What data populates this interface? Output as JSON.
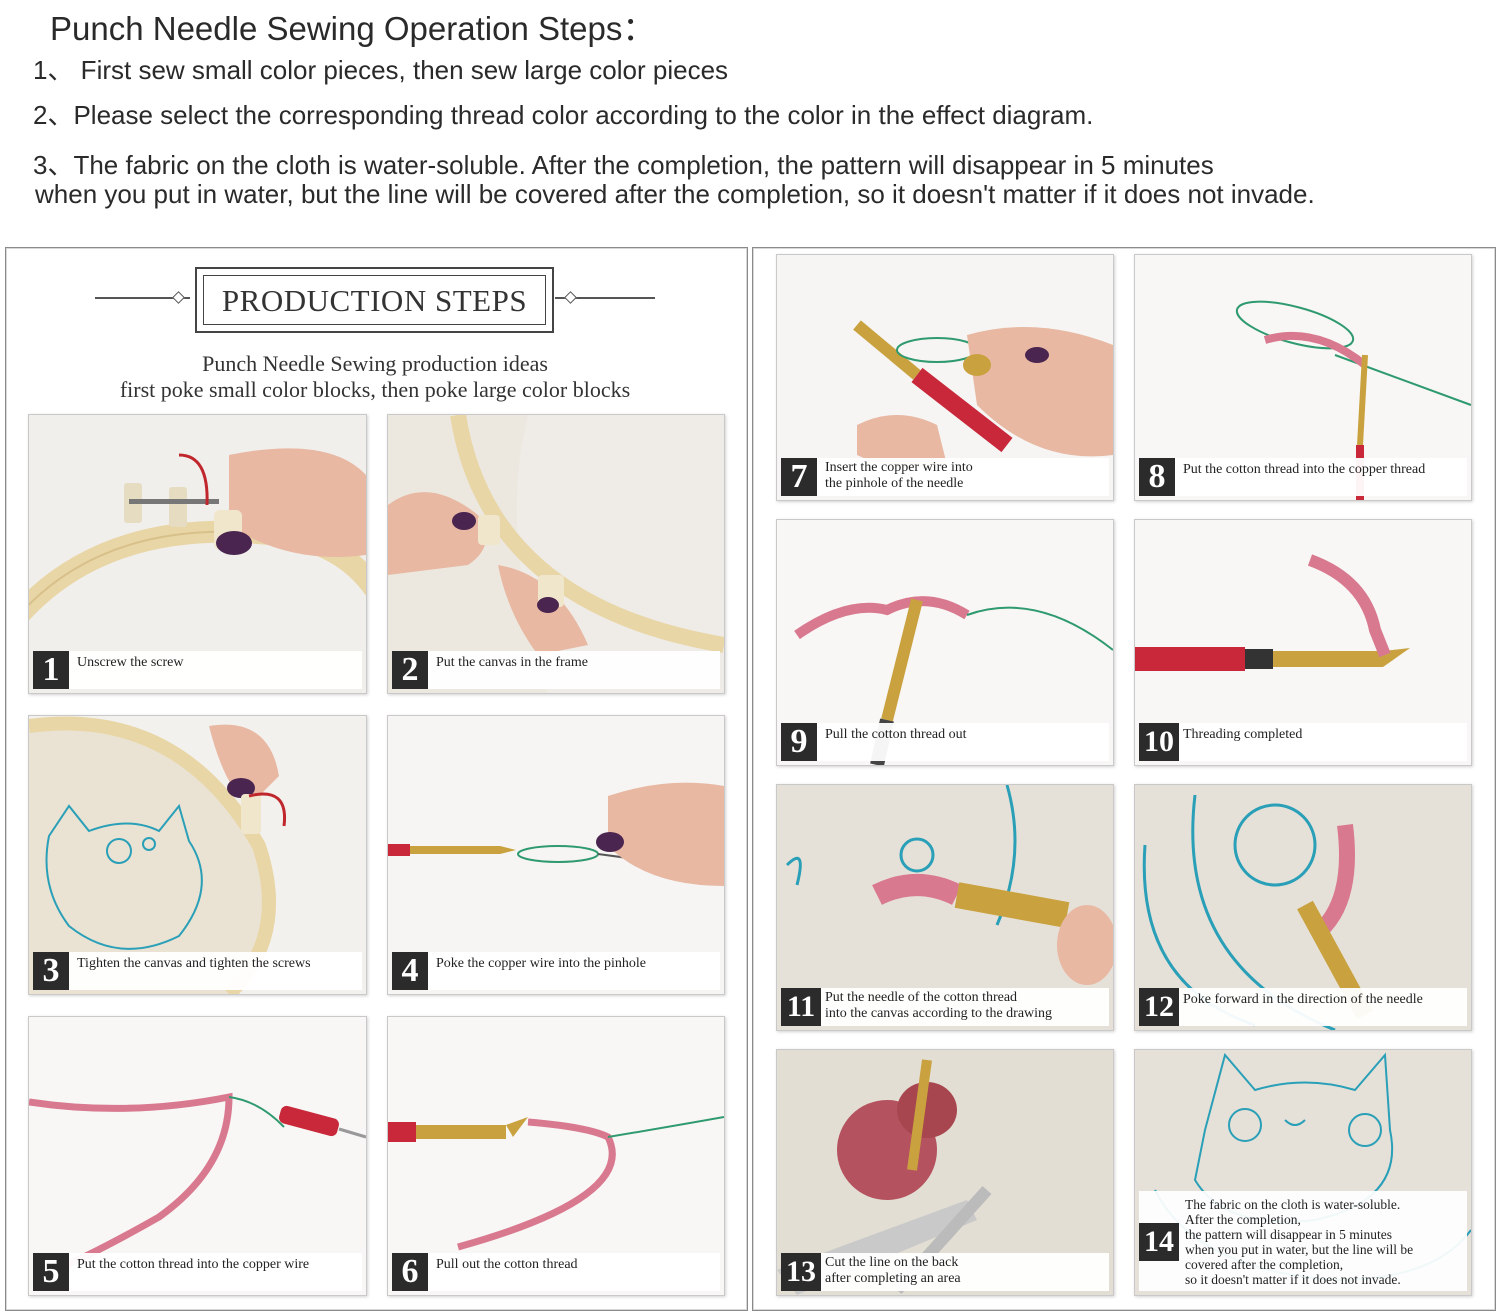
{
  "header": {
    "title": "Punch Needle Sewing Operation Steps：",
    "line1": "1、 First sew small color pieces, then sew large color pieces",
    "line2": "2、Please select the corresponding thread color according to the color in the effect diagram.",
    "line3a": "3、The fabric on the cloth is water-soluble. After the completion, the pattern will disappear in 5 minutes",
    "line3b": "when you put in water, but the line will be covered after the completion, so it doesn't matter if it does not invade."
  },
  "banner": {
    "title": "PRODUCTION STEPS",
    "ideas_line1": "Punch Needle Sewing production ideas",
    "ideas_line2": "first poke small color blocks, then poke large color blocks"
  },
  "steps": [
    {
      "num": "1",
      "text": "Unscrew the screw"
    },
    {
      "num": "2",
      "text": "Put the canvas in the frame"
    },
    {
      "num": "3",
      "text": "Tighten the canvas and tighten the screws"
    },
    {
      "num": "4",
      "text": "Poke the copper wire into the pinhole"
    },
    {
      "num": "5",
      "text": "Put the cotton thread into the copper wire"
    },
    {
      "num": "6",
      "text": "Pull out the cotton thread"
    },
    {
      "num": "7",
      "line1": "Insert the copper wire into",
      "line2": "the pinhole of the needle"
    },
    {
      "num": "8",
      "text": "Put the cotton thread into the copper thread"
    },
    {
      "num": "9",
      "text": "Pull the cotton thread out"
    },
    {
      "num": "10",
      "text": "Threading completed"
    },
    {
      "num": "11",
      "line1": "Put the needle of the cotton thread",
      "line2": "into the canvas according to the drawing"
    },
    {
      "num": "12",
      "text": "Poke forward in the direction of the needle"
    },
    {
      "num": "13",
      "line1": "Cut the line on the back",
      "line2": "after completing an area"
    },
    {
      "num": "14",
      "lines": [
        "The fabric on the cloth is water-soluble.",
        "After the completion,",
        "the pattern will disappear in 5 minutes",
        "when you put in water, but the line will be",
        "covered after the completion,",
        "so it doesn't matter if it does not invade."
      ]
    }
  ],
  "colors": {
    "hoop": "#e9d6a6",
    "yarn": "#d9798f",
    "needle_gold": "#c9a23f",
    "handle_red": "#c8283a",
    "wire_green": "#2f9a6f",
    "pattern_blue": "#2a9fb8",
    "nail_purple": "#4a2550"
  }
}
